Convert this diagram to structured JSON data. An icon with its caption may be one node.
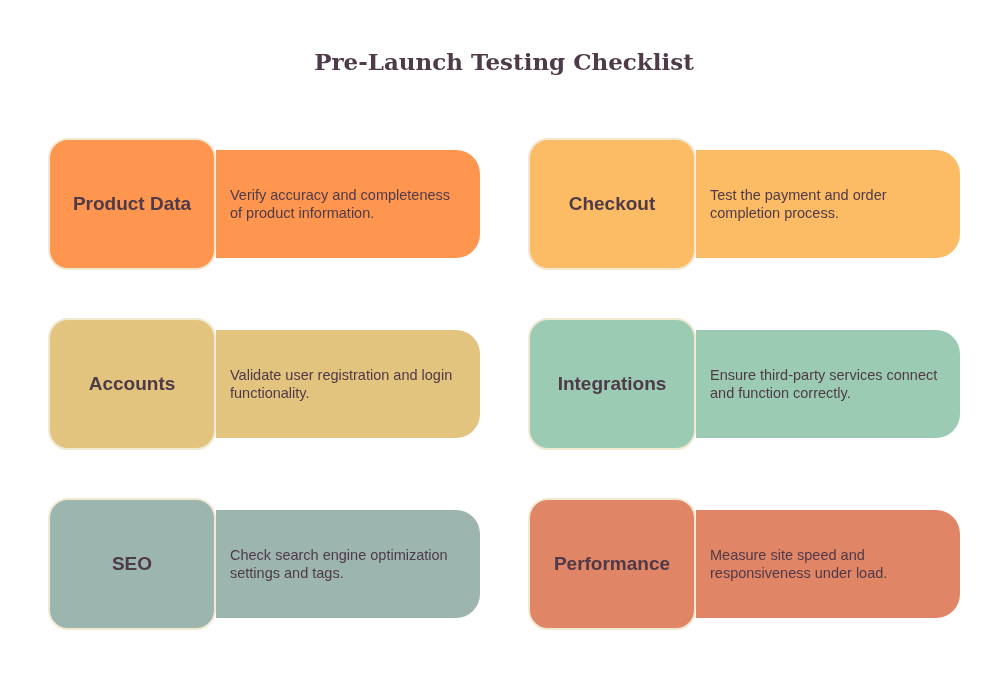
{
  "diagram": {
    "title": "Pre-Launch Testing Checklist",
    "nodes": [
      {
        "text": [
          "Product Data"
        ]
      },
      {
        "text": [
          "Verify accuracy and completeness of product information."
        ]
      },
      {
        "text": [
          "Checkout"
        ]
      },
      {
        "text": [
          "Test the payment and order completion process."
        ]
      },
      {
        "text": [
          "Accounts"
        ]
      },
      {
        "text": [
          "Validate user registration and login functionality."
        ]
      },
      {
        "text": [
          "Integrations"
        ]
      },
      {
        "text": [
          "Ensure third-party services connect and function correctly."
        ]
      },
      {
        "text": [
          "SEO"
        ]
      },
      {
        "text": [
          "Check search engine optimization settings and tags."
        ]
      },
      {
        "text": [
          "Performance"
        ]
      },
      {
        "text": [
          "Measure site speed and responsiveness under load."
        ]
      }
    ]
  }
}
